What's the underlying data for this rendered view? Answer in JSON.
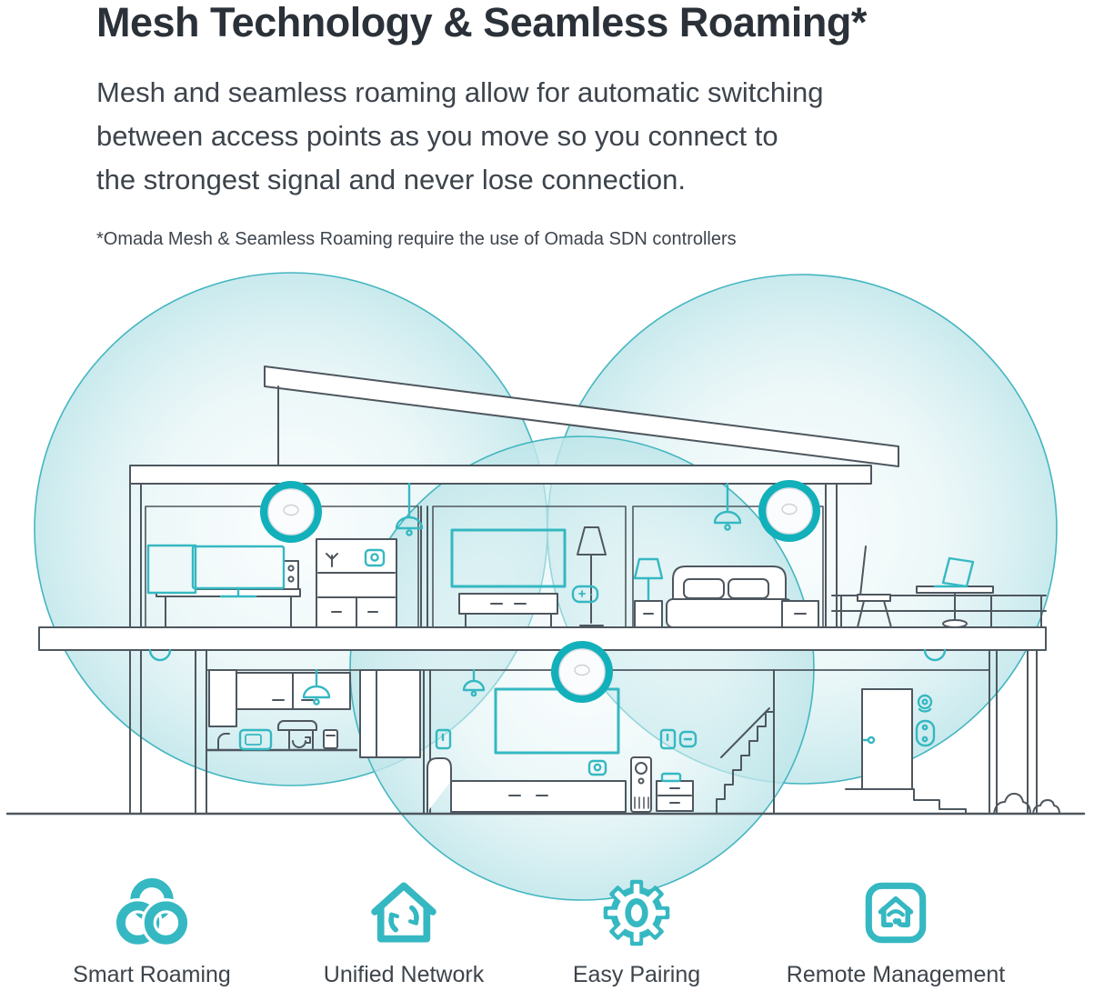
{
  "page": {
    "title": "Mesh Technology & Seamless Roaming*",
    "description_lines": [
      "Mesh and seamless roaming allow for automatic switching",
      "between access points as you move so you connect to",
      "the strongest signal and never lose connection."
    ],
    "footnote": "*Omada Mesh & Seamless Roaming require the use of Omada SDN controllers"
  },
  "illustration": {
    "name": "two-story-house-cross-section-with-mesh-coverage",
    "access_point_count": 3,
    "coverage_circle_count": 3
  },
  "features": [
    {
      "label": "Smart Roaming",
      "icon": "smart-roaming-icon"
    },
    {
      "label": "Unified Network",
      "icon": "unified-network-icon"
    },
    {
      "label": "Easy Pairing",
      "icon": "easy-pairing-icon"
    },
    {
      "label": "Remote Management",
      "icon": "remote-management-icon"
    }
  ],
  "colors": {
    "accent_teal": "#33b7c1",
    "ap_ring_teal": "#12b0bb",
    "line_gray": "#4e575f",
    "text_dark": "#2b3138",
    "coverage_tint": "#dff2f4"
  }
}
